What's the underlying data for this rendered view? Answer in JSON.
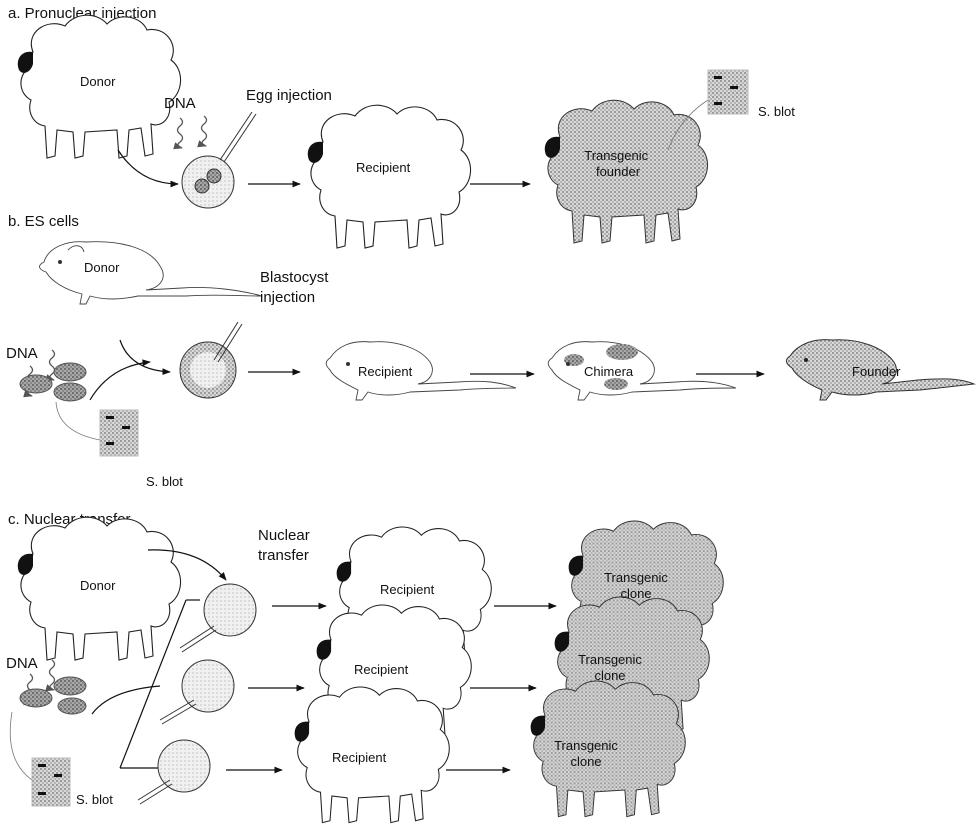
{
  "panels": {
    "a": {
      "heading": "a. Pronuclear injection",
      "donor": "Donor",
      "dna": "DNA",
      "egg_injection": "Egg injection",
      "recipient": "Recipient",
      "founder": "Transgenic\nfounder",
      "blot": "S. blot"
    },
    "b": {
      "heading": "b. ES cells",
      "donor": "Donor",
      "blastocyst_injection": "Blastocyst\ninjection",
      "dna": "DNA",
      "recipient": "Recipient",
      "chimera": "Chimera",
      "founder": "Founder",
      "blot": "S. blot"
    },
    "c": {
      "heading": "c. Nuclear transfer",
      "donor": "Donor",
      "nuclear_transfer": "Nuclear\ntransfer",
      "dna": "DNA",
      "recipients": [
        "Recipient",
        "Recipient",
        "Recipient"
      ],
      "clones": [
        "Transgenic\nclone",
        "Transgenic\nclone",
        "Transgenic\nclone"
      ],
      "blot": "S. blot"
    }
  }
}
